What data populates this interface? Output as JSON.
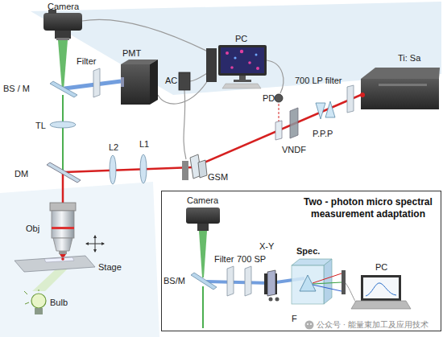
{
  "diagram": {
    "nodes": [
      {
        "text": [
          "Two - photon micro spectral measurement adaptation"
        ]
      }
    ],
    "labels": [
      "Camera",
      "PMT",
      "Filter",
      "BS / M",
      "TL",
      "AC",
      "PC",
      "PD",
      "700 LP filter",
      "Ti: Sa",
      "P.P.P",
      "VNDF",
      "GSM",
      "L1",
      "L2",
      "DM",
      "Obj",
      "Stage",
      "Bulb",
      "Camera",
      "BS/M",
      "Filter",
      "700 SP",
      "X-Y",
      "Spec.",
      "PC",
      "F",
      "公众号 · 能量束加工及应用技术"
    ]
  }
}
